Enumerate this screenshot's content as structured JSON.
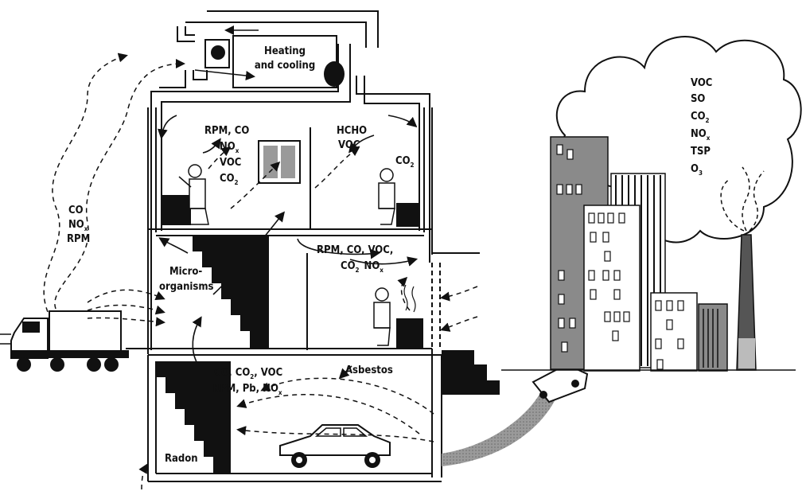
{
  "diagram": {
    "hvac": {
      "line1": "Heating",
      "line2": "and cooling"
    },
    "office_left": {
      "l1": "RPM, CO",
      "l2": "NO",
      "l2_sub": "x",
      "l3": "VOC",
      "l4": "CO",
      "l4_sub": "2"
    },
    "office_mid": {
      "l1": "HCHO",
      "l2": "VOC"
    },
    "office_right": {
      "l1": "CO",
      "l1_sub": "2"
    },
    "outside_left": {
      "l1": "CO",
      "l2": "NO",
      "l2_sub": "x",
      "l3": "RPM"
    },
    "middle_right": {
      "l1": "RPM, CO, VOC,",
      "l2a": "CO",
      "l2a_sub": "2",
      "l2b": "NO",
      "l2b_sub": "x"
    },
    "micro": {
      "l1": "Micro-",
      "l2": "organisms"
    },
    "basement": {
      "l1a": "CO, CO",
      "l1a_sub": "2",
      "l1b": ", VOC",
      "l2a": "RPM, Pb, NO",
      "l2a_sub": "x"
    },
    "asbestos": "Asbestos",
    "radon": "Radon",
    "city_cloud": [
      {
        "t": "VOC",
        "sub": ""
      },
      {
        "t": "SO",
        "sub": ""
      },
      {
        "t": "CO",
        "sub": "2"
      },
      {
        "t": "NO",
        "sub": "x"
      },
      {
        "t": "TSP",
        "sub": ""
      },
      {
        "t": "O",
        "sub": "3"
      }
    ]
  }
}
